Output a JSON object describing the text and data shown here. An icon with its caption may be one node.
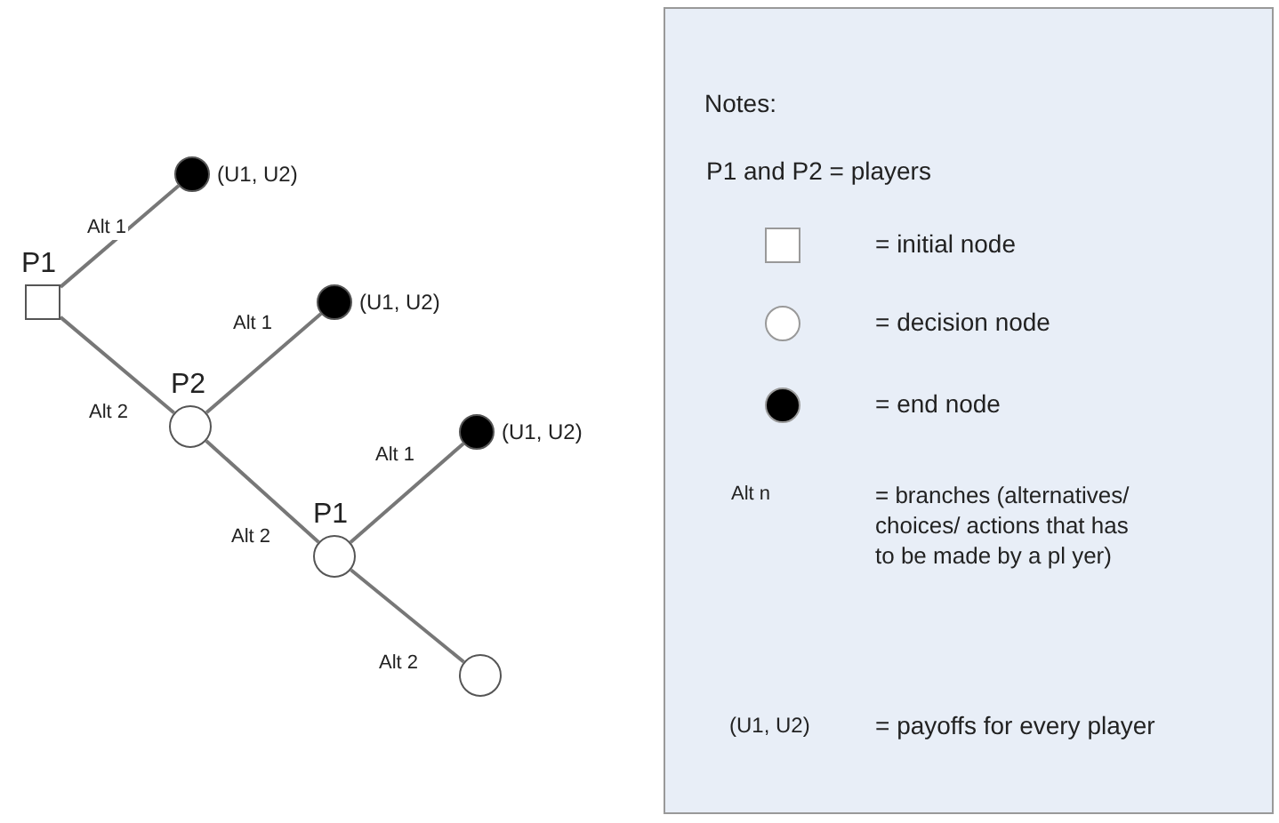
{
  "diagram": {
    "nodes": [
      {
        "text": [],
        "shape": "box",
        "beside": [
          "P1"
        ]
      },
      {
        "text": [],
        "shape": "dot",
        "beside": [
          "(U1, U2)"
        ]
      },
      {
        "text": [],
        "shape": "circle",
        "beside": [
          "P2"
        ]
      },
      {
        "text": [],
        "shape": "dot",
        "beside": [
          "(U1, U2)"
        ]
      },
      {
        "text": [],
        "shape": "circle",
        "beside": [
          "P1"
        ]
      },
      {
        "text": [],
        "shape": "dot",
        "beside": [
          "(U1, U2)"
        ]
      },
      {
        "text": [],
        "shape": "circle"
      }
    ],
    "edges": [
      {
        "from": 0,
        "to": 1,
        "arrow": "none",
        "label": "Alt 1"
      },
      {
        "from": 0,
        "to": 2,
        "arrow": "none",
        "label": "Alt 2"
      },
      {
        "from": 2,
        "to": 3,
        "arrow": "none",
        "label": "Alt 1"
      },
      {
        "from": 2,
        "to": 4,
        "arrow": "none",
        "label": "Alt 2"
      },
      {
        "from": 4,
        "to": 5,
        "arrow": "none",
        "label": "Alt 1"
      },
      {
        "from": 4,
        "to": 6,
        "arrow": "none",
        "label": "Alt 2"
      }
    ],
    "labels": [
      "Notes:",
      "P1 and P2 = players",
      "Alt n",
      "= branches (alternatives/ choices/ actions that has to be made by a pl yer)",
      "(U1, U2)",
      "= payoffs for every player"
    ],
    "legend": [
      {
        "text": "= initial node"
      },
      {
        "text": "= decision node"
      },
      {
        "text": "= end node"
      }
    ]
  }
}
